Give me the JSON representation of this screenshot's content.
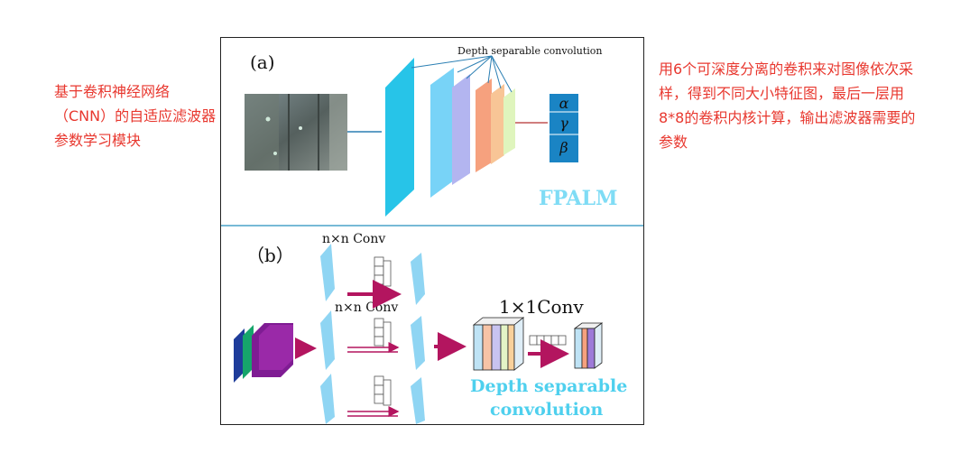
{
  "left_note": "基于卷积神经网络（CNN）的自适应滤波器参数学习模块",
  "right_note": "用6个可深度分离的卷积来对图像依次采样，得到不同大小特征图，最后一层用8*8的卷积内核计算，输出滤波器需要的参数",
  "panel_a": {
    "label": "(a)",
    "callout": "Depth separable convolution",
    "outputs": [
      "α",
      "γ",
      "β"
    ],
    "model_name": "FPALM"
  },
  "panel_b": {
    "label": "（b）",
    "conv_top": "n×n Conv",
    "conv_mid": "n×n Conv",
    "conv_1x1": "1×1Conv",
    "caption_line1": "Depth separable",
    "caption_line2": "convolution"
  },
  "colors": {
    "note_red": "#e8382f",
    "cyan_block": "#27c4e8",
    "light_blue": "#78d3f7",
    "lavender": "#b3b5f0",
    "salmon": "#f6a17e",
    "peach": "#f8c596",
    "pale_green": "#dff5bd",
    "output_blue": "#1a84c4",
    "arrow_crimson": "#b3155f",
    "caption_cyan": "#4fd0ee",
    "divider": "#4aa3c9"
  }
}
